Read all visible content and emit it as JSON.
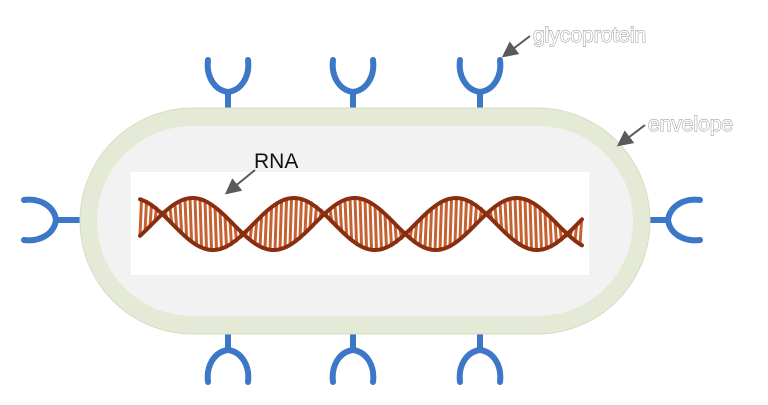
{
  "labels": {
    "glycoprotein": "glycoprotein",
    "envelope": "envelope",
    "rna": "RNA"
  },
  "colors": {
    "glycoprotein": "#3d78c8",
    "envelope_outer": "#e5ead7",
    "envelope_stroke": "#d6ddc1",
    "interior": "#f1f2f1",
    "rna_box": "#ffffff",
    "helix_backbone": "#8a2e10",
    "helix_rung": "#c0501c",
    "arrow": "#5a5a5a"
  },
  "icons": {
    "glycoprotein_spike": "y-shaped-spike-icon",
    "rna_strand": "double-helix-icon"
  }
}
